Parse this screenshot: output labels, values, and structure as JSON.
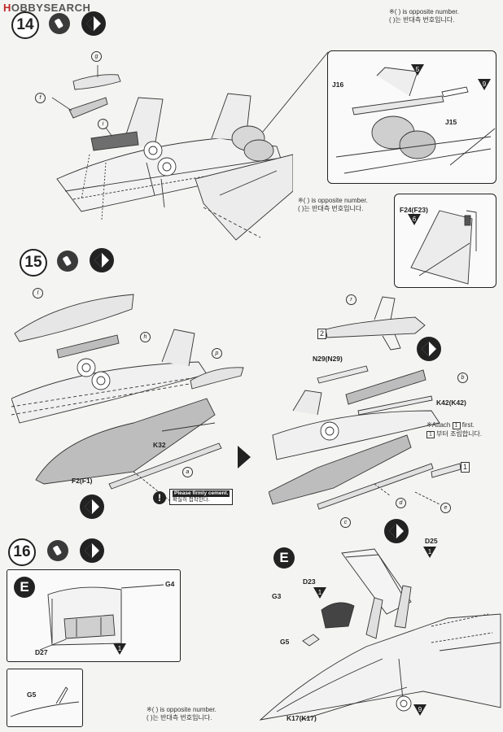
{
  "watermark": {
    "prefix": "H",
    "rest": "OBBYSEARCH"
  },
  "steps": [
    {
      "number": "14"
    },
    {
      "number": "15"
    },
    {
      "number": "16"
    }
  ],
  "opposite_note": {
    "en": "※( ) is opposite number.",
    "ko": "( )는 반대측 번호입니다."
  },
  "step14": {
    "parts": {
      "g": "g",
      "f": "f",
      "i": "i"
    },
    "detail1": {
      "j16": "J16",
      "j15": "J15",
      "tri5": "5",
      "tri9": "9"
    },
    "detail2": {
      "f24": "F24(F23)",
      "tri6": "6"
    }
  },
  "step15": {
    "parts": {
      "l": "l",
      "h": "h",
      "p": "p",
      "a": "a",
      "r": "r",
      "b": "b",
      "c": "c",
      "d": "d",
      "e": "e"
    },
    "k32": "K32",
    "f2": "F2(F1)",
    "n29": "N29(N29)",
    "k42": "K42(K42)",
    "num2": "2",
    "num1": "1",
    "warning": {
      "title": "Please firmly cement.",
      "ko": "확실히 접착한다."
    },
    "attach": {
      "en": "※Attach",
      "box": "1",
      "en2": "first.",
      "ko": "부터 조립합니다."
    }
  },
  "step16": {
    "e_marker": "E",
    "g4": "G4",
    "d27": "D27",
    "g5": "G5",
    "d25": "D25",
    "d23": "D23",
    "g3": "G3",
    "g5b": "G5",
    "k17": "K17(K17)",
    "tri1a": "1",
    "tri1b": "1",
    "tri1c": "1",
    "tri9": "9"
  }
}
